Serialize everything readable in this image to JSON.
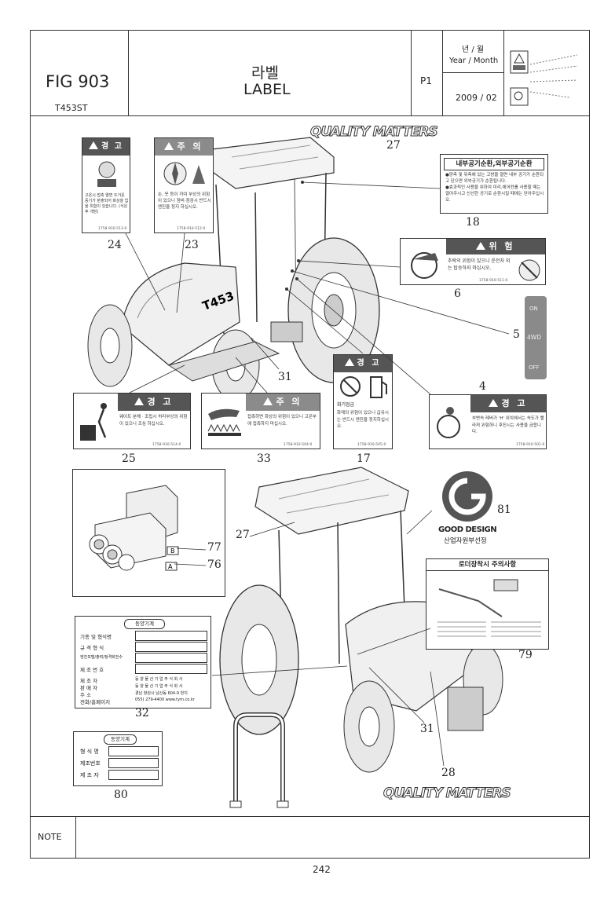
{
  "header": {
    "fig": "FIG 903",
    "model": "T453ST",
    "title_kr": "라벨",
    "title_en": "LABEL",
    "page": "P1",
    "ym_kr": "년 / 월",
    "ym_en": "Year / Month",
    "date": "2009 / 02"
  },
  "brand": {
    "quality1": "QUALITY MATTERS",
    "quality2": "QUALITY MATTERS",
    "gooddesign": "GOOD DESIGN",
    "gooddesign_sub": "산업자원부선정"
  },
  "labels": {
    "l24": {
      "head": "경 고",
      "body": "고온시 접촉 열면 뜨거운 증기가 분출되어 화상을 입을 위험이 있습니다. (식은후 개방)",
      "code": "1758-910-513-0"
    },
    "l23": {
      "head": "주 의",
      "body": "손, 옷 등이 끼여 부상의 위험이 있으니 점비·점검시 반드시 엔진을 정지 하십시오.",
      "code": "1758-910-512-0"
    },
    "l18": {
      "head": "내부공기순환,외부공기순환",
      "body": "●양측 및 뒤측에 있는 고방을 열면 내부 공기가 순환되고 닫으면 외부공기가 순환됩니다.\n●효과적인 사용을 위하여 미리,에어컨를 사용할 때는 열어주시고 신선한 공기로 순환시킬 때에는 닫아주십시오."
    },
    "l6": {
      "head": "위 험",
      "body": "추락의 위험이 있으니 운전자 외는 탑승하지 마십시오.",
      "code": "1758-910-511-0"
    },
    "l5": {
      "on": "ON",
      "mid": "4WD",
      "off": "OFF"
    },
    "l17": {
      "head": "경 고",
      "sub": "화기엄금",
      "body": "화재의 위험이 있으니 급유시는 반드시 엔진을 정지하십시오.",
      "code": "1758-910-505-0"
    },
    "l4": {
      "head": "경 고",
      "body": "부변속 레버가 'H' 위치에서는 속도가 빨라져 위험하니 후진시는 사용을 금합니다.",
      "code": "1758-910-501-0"
    },
    "l25": {
      "head": "경 고",
      "body": "웨이트 분해 · 조립시 허리부상의 위험이 있으니 조심 하십시오.",
      "code": "1758-910-514-0"
    },
    "l33": {
      "head": "주 의",
      "body": "접촉하면 화상의 위험이 있으니 고온부에 접촉하지 마십시오.",
      "code": "1758-910-504-0"
    },
    "l32": {
      "head": "동양기계",
      "rows": [
        {
          "k": "기종 및 형식명",
          "v": ""
        },
        {
          "k": "규 격 형 식",
          "v": ""
        },
        {
          "k": "엔진모델/출력/정격회전수",
          "v": ""
        },
        {
          "k": "제 조 번 호",
          "v": ""
        }
      ],
      "info": [
        {
          "k": "제 조 자",
          "v": "동 양 물 산 기 업 주 식 회 사"
        },
        {
          "k": "판 매 자",
          "v": "동 양 물 산 기 업 주 식 회 사"
        },
        {
          "k": "주 소",
          "v": "경남 창원시 남산동 604-9 번지"
        },
        {
          "k": "전화/홈페이지",
          "v": "055) 279-4400      www.tym.co.kr"
        }
      ]
    },
    "l80": {
      "head": "동양기계",
      "rows": [
        "형 식 명",
        "제조번호",
        "제 조 자"
      ]
    },
    "l79": {
      "head": "로더장착시 주의사항"
    }
  },
  "numbers": {
    "n27a": "27",
    "n18": "18",
    "n24": "24",
    "n23": "23",
    "n6": "6",
    "n5": "5",
    "n4": "4",
    "n31a": "31",
    "n25": "25",
    "n33": "33",
    "n17": "17",
    "n81": "81",
    "n77": "77",
    "n76": "76",
    "n27b": "27",
    "n79": "79",
    "n32": "32",
    "n31b": "31",
    "n28": "28",
    "n80": "80"
  },
  "valve": {
    "a": "A",
    "b": "B"
  },
  "footer": {
    "note": "NOTE",
    "page": "242"
  },
  "colors": {
    "ink": "#222222",
    "bar": "#555555",
    "frame": "#333333"
  }
}
